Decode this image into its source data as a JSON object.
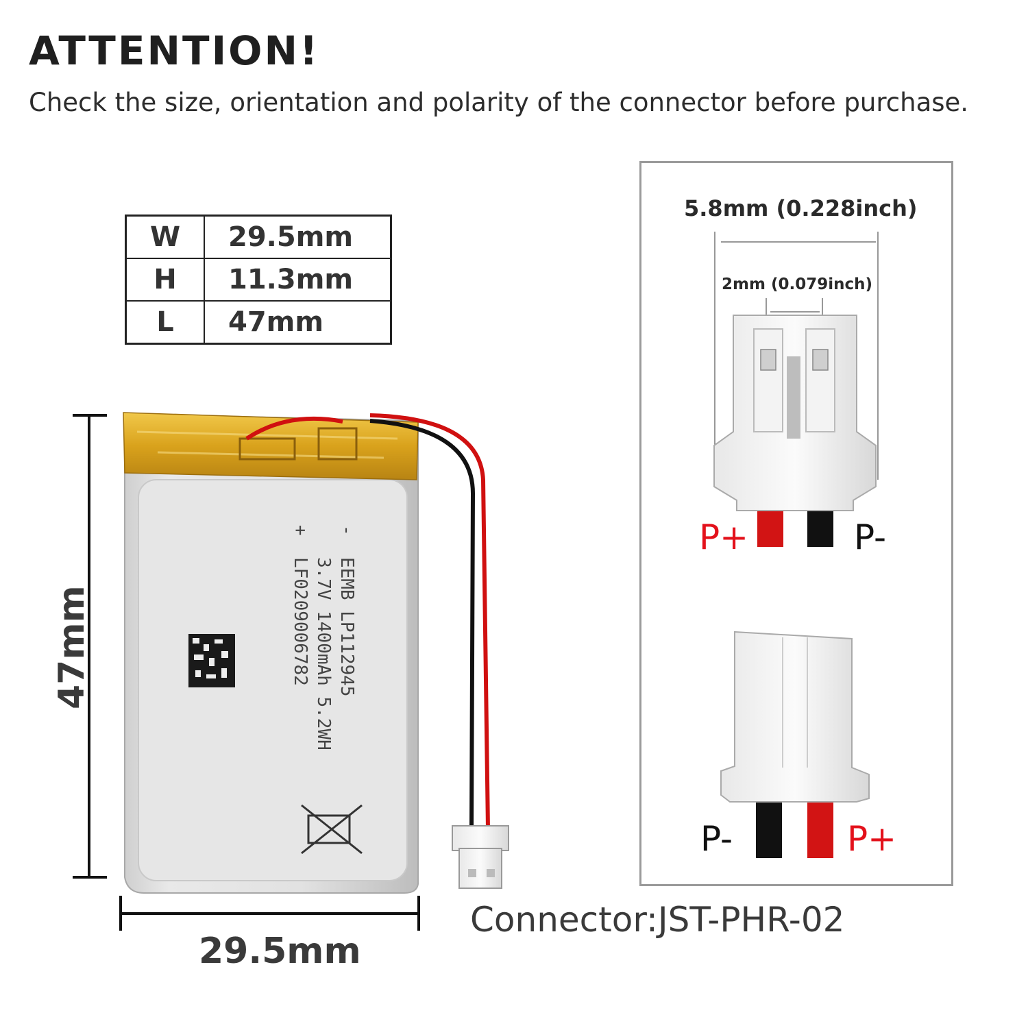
{
  "header": {
    "title": "ATTENTION!",
    "subtitle": "Check the size, orientation and polarity of the connector before purchase."
  },
  "dimensions_table": [
    {
      "key": "W",
      "value": "29.5mm"
    },
    {
      "key": "H",
      "value": "11.3mm"
    },
    {
      "key": "L",
      "value": "47mm"
    }
  ],
  "battery": {
    "height_label": "47mm",
    "width_label": "29.5mm",
    "label_lines": [
      "-  EEMB LP112945",
      "   3.7V 1400mAh 5.2WH",
      "+  LF0209006782"
    ]
  },
  "connector": {
    "type_label": "Connector:JST-PHR-02",
    "width_label": "5.8mm (0.228inch)",
    "pitch_label": "2mm (0.079inch)",
    "top_view": {
      "left": "P+",
      "right": "P-"
    },
    "bottom_view": {
      "left": "P-",
      "right": "P+"
    }
  },
  "colors": {
    "positive": "#e3111b",
    "negative": "#111111",
    "tape": "#e0b020"
  }
}
